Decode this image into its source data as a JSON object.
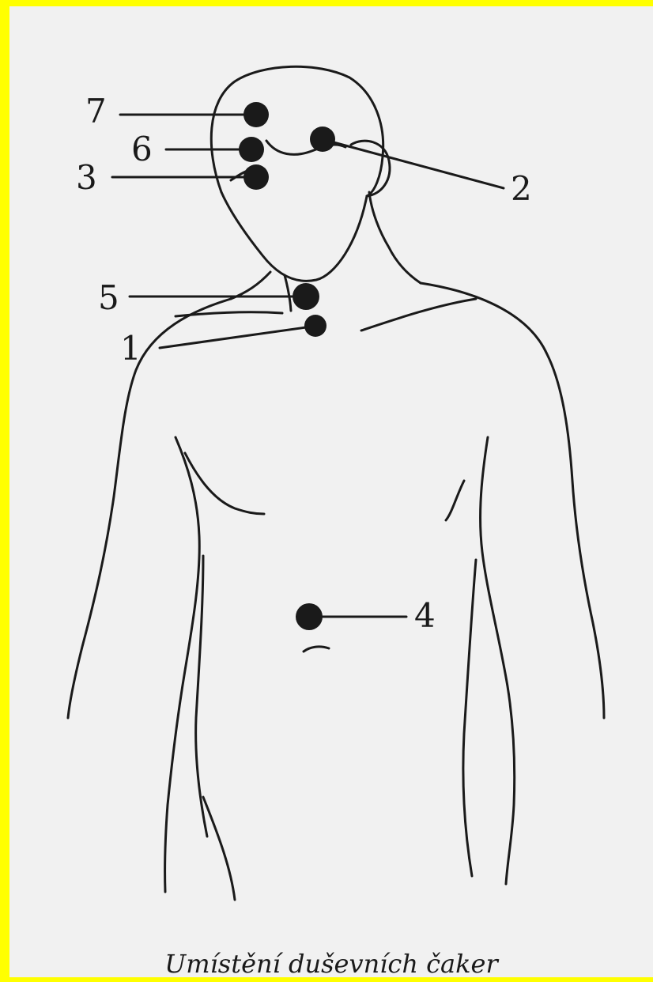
{
  "caption": "Umístění duševních čaker",
  "chakra_labels": {
    "c1": "1",
    "c2": "2",
    "c3": "3",
    "c4": "4",
    "c5": "5",
    "c6": "6",
    "c7": "7"
  },
  "colors": {
    "frame": "#ffff00",
    "paper": "#f1f1f1",
    "ink": "#1a1a1a"
  }
}
